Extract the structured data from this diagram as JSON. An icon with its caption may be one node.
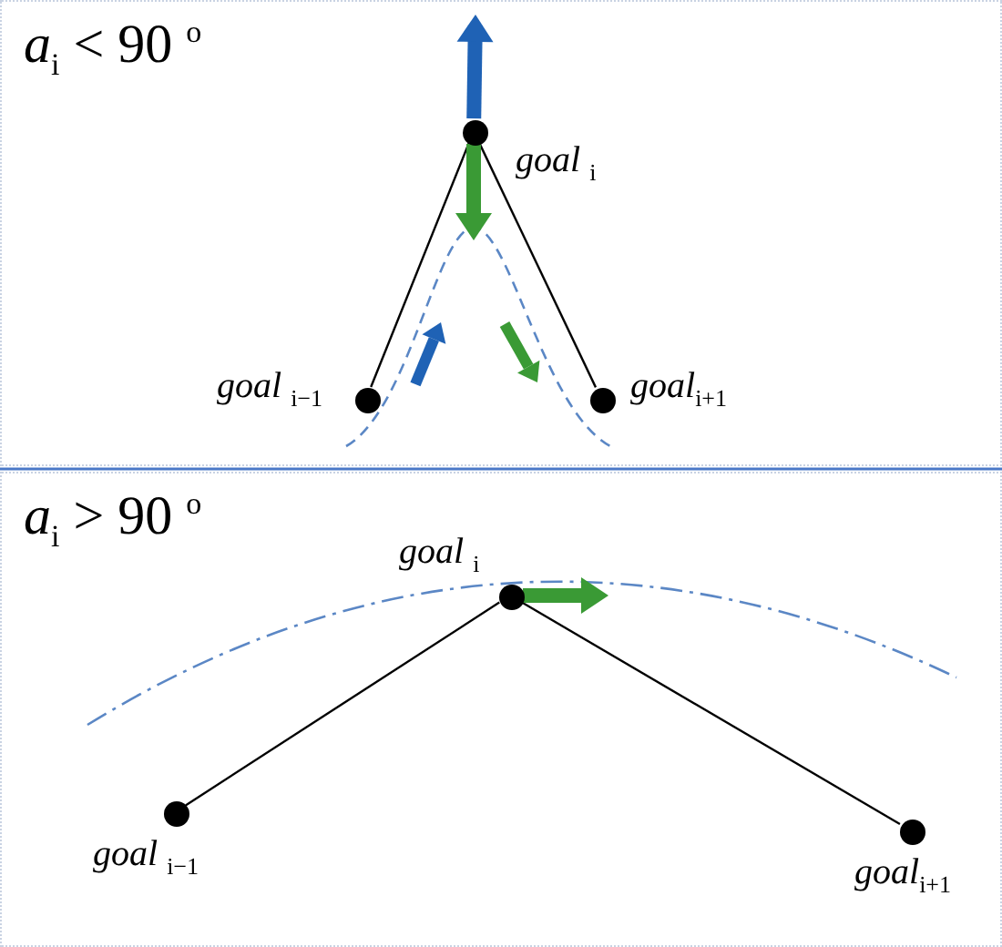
{
  "diagram": {
    "nodes": [
      {
        "text": [
          "*a*$_{i}$ < 90 $^{o}$"
        ]
      },
      {
        "text": [],
        "shape": "circle",
        "in": 0,
        "beside": [
          "*goal* $_{i}$"
        ]
      },
      {
        "text": [],
        "shape": "circle",
        "in": 0,
        "beside": [
          "*goal* $_{i−1}$"
        ]
      },
      {
        "text": [],
        "shape": "circle",
        "in": 0,
        "beside": [
          "*goal*$_{i+1}$"
        ]
      },
      {
        "text": [
          "*a*$_{i}$ > 90 $^{o}$"
        ]
      },
      {
        "text": [],
        "shape": "circle",
        "in": 4,
        "beside": [
          "*goal* $_{i}$"
        ]
      },
      {
        "text": [],
        "shape": "circle",
        "in": 4,
        "beside": [
          "*goal* $_{i−1}$"
        ]
      },
      {
        "text": [],
        "shape": "circle",
        "in": 4,
        "beside": [
          "*goal*$_{i+1}$"
        ]
      }
    ],
    "edges": [
      {
        "from": 1,
        "to": 2,
        "arrow": "none"
      },
      {
        "from": 1,
        "to": 3,
        "arrow": "none"
      },
      {
        "from": 1,
        "to": null,
        "arrow": "to",
        "style": "thick",
        "color": "#1f62b5"
      },
      {
        "from": 1,
        "to": null,
        "arrow": "to",
        "style": "thick",
        "color": "#3a9a35"
      },
      {
        "from": 5,
        "to": 6,
        "arrow": "none"
      },
      {
        "from": 5,
        "to": 7,
        "arrow": "none"
      },
      {
        "from": 5,
        "to": null,
        "arrow": "to",
        "style": "thick",
        "color": "#3a9a35"
      }
    ]
  }
}
